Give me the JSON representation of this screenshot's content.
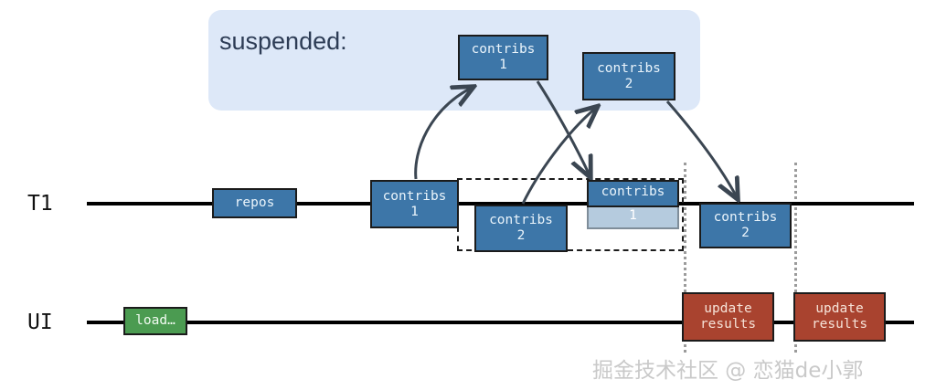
{
  "diagram": {
    "suspended": {
      "title": "suspended:",
      "panel_color": "#dde8f8",
      "title_color": "#2d3c55",
      "nodes": [
        {
          "id": "susp-contribs-1",
          "label": "contribs\n1",
          "color": "#3d76a8"
        },
        {
          "id": "susp-contribs-2",
          "label": "contribs\n2",
          "color": "#3d76a8"
        }
      ]
    },
    "rows": [
      {
        "id": "t1",
        "label": "T1",
        "nodes": [
          {
            "id": "t1-repos",
            "label": "repos",
            "color": "#3d76a8"
          },
          {
            "id": "t1-contribs-1",
            "label": "contribs\n1",
            "color": "#3d76a8"
          },
          {
            "id": "t1-contribs-2",
            "label": "contribs\n2",
            "color": "#3d76a8"
          },
          {
            "id": "t1-contribs-1-ghost",
            "label": "1",
            "color": "#3d76a8"
          },
          {
            "id": "t1-contribs-1-overlay",
            "label": "contribs",
            "color": "#3d76a8"
          },
          {
            "id": "t1-contribs-2-right",
            "label": "contribs\n2",
            "color": "#3d76a8"
          }
        ]
      },
      {
        "id": "ui",
        "label": "UI",
        "nodes": [
          {
            "id": "ui-load",
            "label": "load…",
            "color": "#4b9b51"
          },
          {
            "id": "ui-update-results-1",
            "label": "update\nresults",
            "color": "#a9432f"
          },
          {
            "id": "ui-update-results-2",
            "label": "update\nresults",
            "color": "#a9432f"
          }
        ]
      }
    ],
    "markers": {
      "dotted_guide_color": "#9b9b9b",
      "dashed_region_color": "#1b1b1b"
    },
    "watermark": "掘金技术社区 @ 恋猫de小郭"
  }
}
